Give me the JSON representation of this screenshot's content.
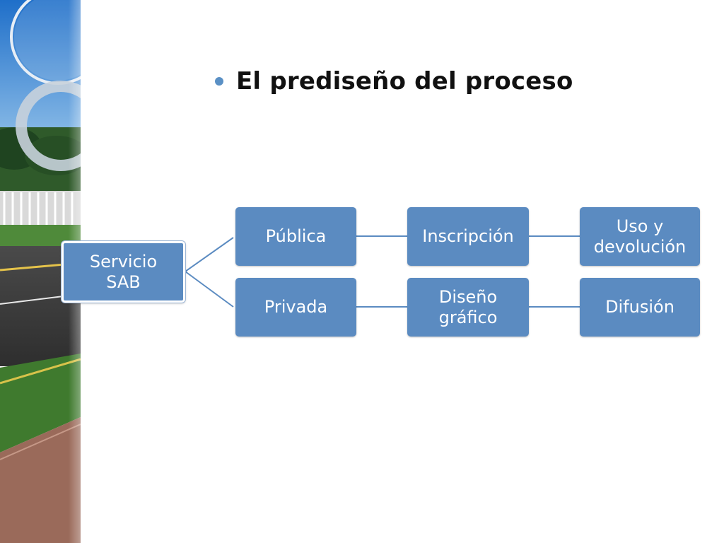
{
  "slide": {
    "title": "El prediseño del proceso",
    "accent_color": "#5a90c5",
    "node_color": "#5b8bc1"
  },
  "diagram": {
    "root": "Servicio\nSAB",
    "branches": [
      {
        "label": "Pública",
        "steps": [
          "Inscripción",
          "Uso y\ndevolución"
        ]
      },
      {
        "label": "Privada",
        "steps": [
          "Diseño\ngráfico",
          "Difusión"
        ]
      }
    ]
  }
}
